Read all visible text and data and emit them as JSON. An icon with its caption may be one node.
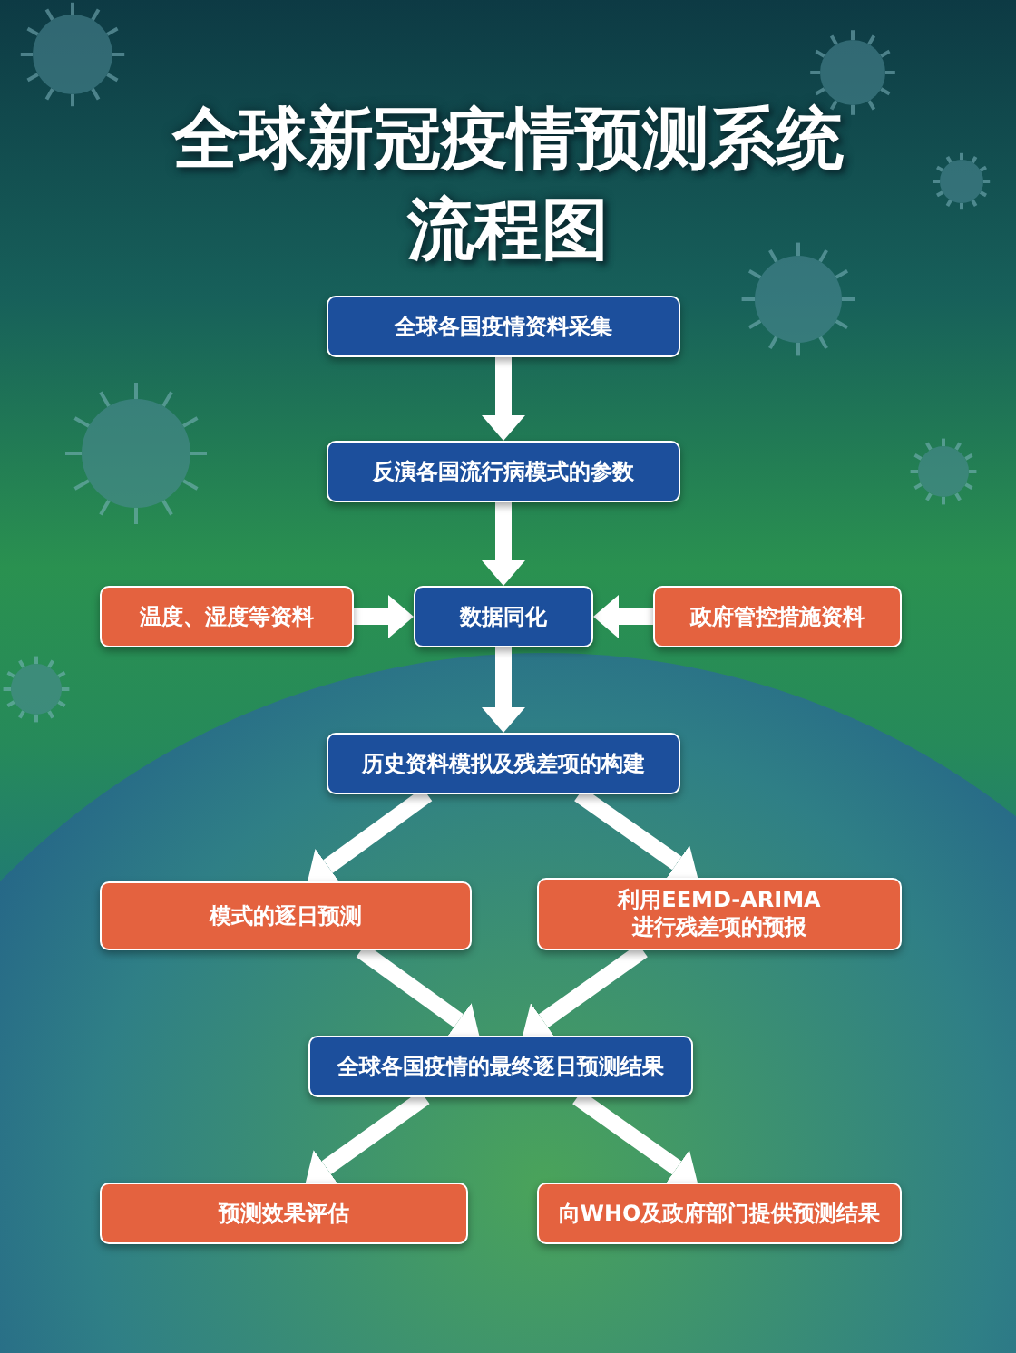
{
  "diagram": {
    "title": "全球新冠疫情预测系统流程图",
    "nodes": [
      {
        "text": [
          "全球各国疫情资料采集"
        ]
      },
      {
        "text": [
          "反演各国流行病模式的参数"
        ]
      },
      {
        "text": [
          "温度、湿度等资料"
        ]
      },
      {
        "text": [
          "数据同化"
        ]
      },
      {
        "text": [
          "政府管控措施资料"
        ]
      },
      {
        "text": [
          "历史资料模拟及残差项的构建"
        ]
      },
      {
        "text": [
          "模式的逐日预测"
        ]
      },
      {
        "text": [
          "利用EEMD-ARIMA 进行残差项的预报"
        ]
      },
      {
        "text": [
          "全球各国疫情的最终逐日预测结果"
        ]
      },
      {
        "text": [
          "预测效果评估"
        ]
      },
      {
        "text": [
          "向WHO及政府部门提供预测结果"
        ]
      }
    ],
    "edges": [
      {
        "from": 0,
        "to": 1,
        "arrow": "to"
      },
      {
        "from": 1,
        "to": 3,
        "arrow": "to"
      },
      {
        "from": 2,
        "to": 3,
        "arrow": "to"
      },
      {
        "from": 4,
        "to": 3,
        "arrow": "to"
      },
      {
        "from": 3,
        "to": 5,
        "arrow": "to"
      },
      {
        "from": 5,
        "to": 6,
        "arrow": "to"
      },
      {
        "from": 5,
        "to": 7,
        "arrow": "to"
      },
      {
        "from": 6,
        "to": 8,
        "arrow": "to"
      },
      {
        "from": 7,
        "to": 8,
        "arrow": "to"
      },
      {
        "from": 8,
        "to": 9,
        "arrow": "to"
      },
      {
        "from": 8,
        "to": 10,
        "arrow": "to"
      }
    ]
  }
}
